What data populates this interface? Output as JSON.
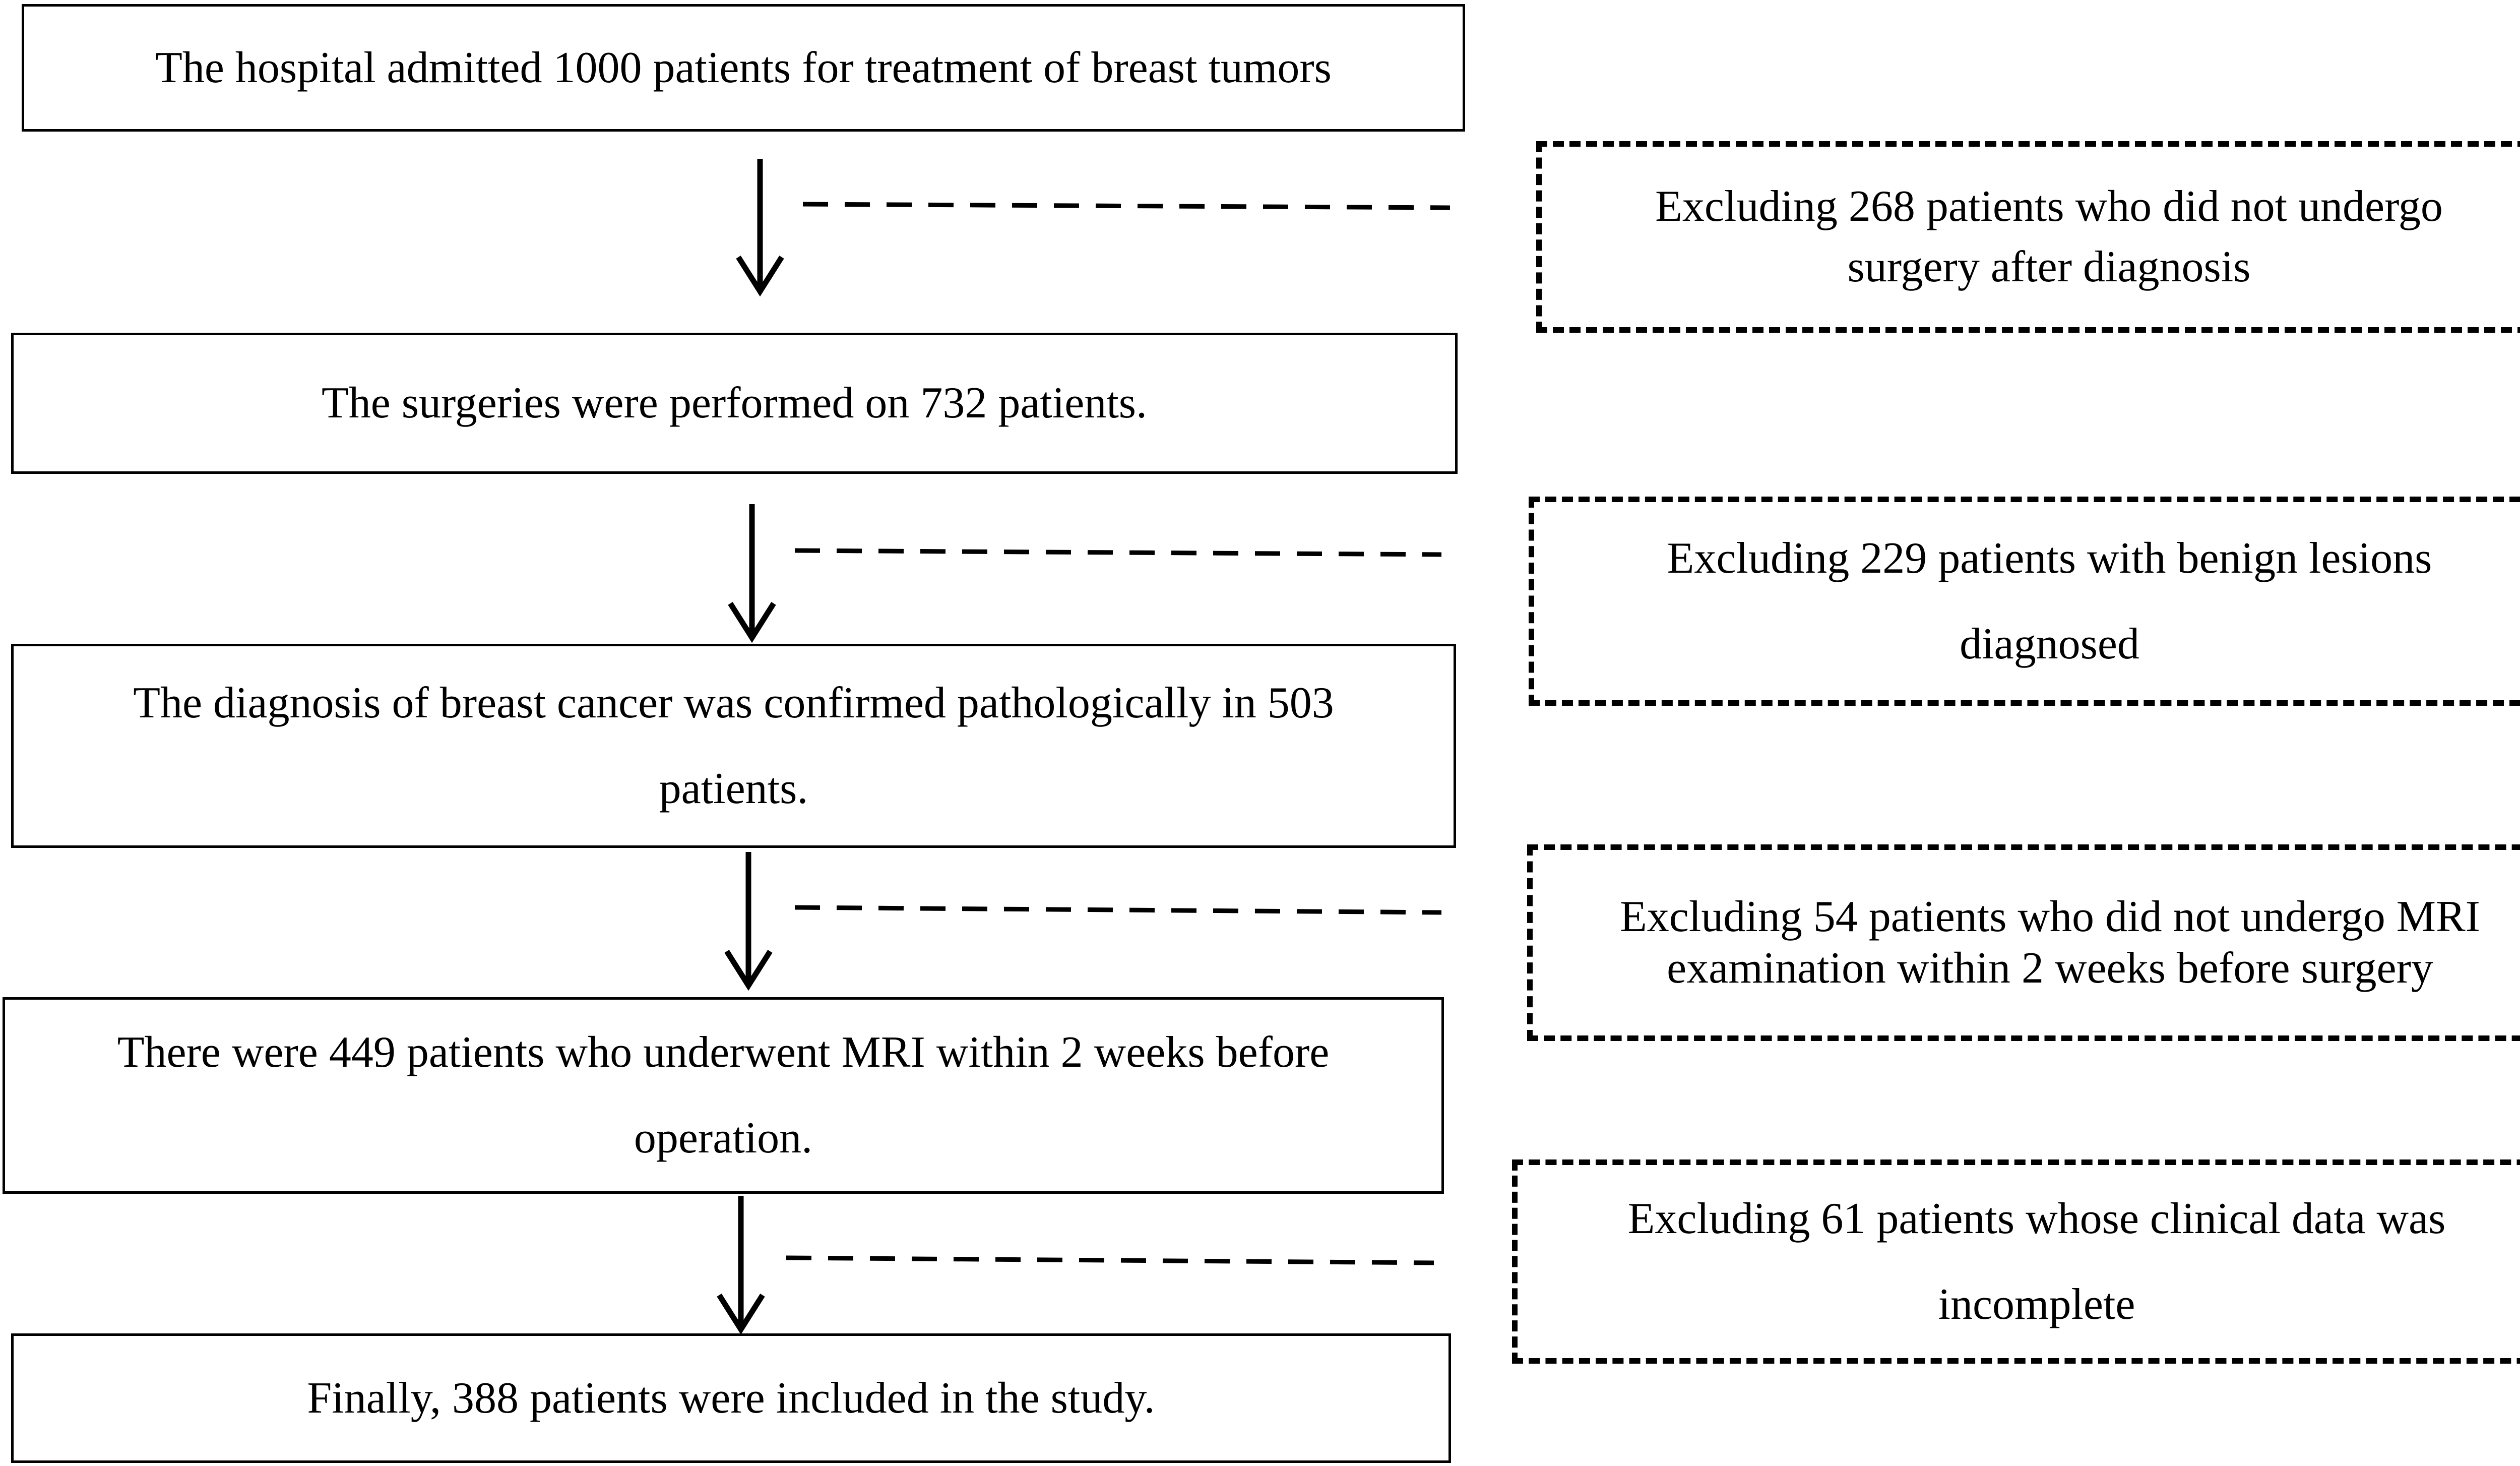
{
  "main_steps": [
    {
      "id": "step1",
      "text": "The hospital admitted 1000 patients for treatment of breast tumors"
    },
    {
      "id": "step2",
      "text": "The surgeries were performed on 732 patients."
    },
    {
      "id": "step3",
      "text": "The diagnosis of breast cancer was confirmed pathologically in 503 patients."
    },
    {
      "id": "step4",
      "text": "There were 449 patients who underwent MRI within 2 weeks before operation."
    },
    {
      "id": "step5",
      "text": "Finally, 388 patients were included in the study."
    }
  ],
  "exclusions": [
    {
      "id": "excl1",
      "text": "Excluding 268 patients who did not undergo surgery after diagnosis"
    },
    {
      "id": "excl2",
      "text": "Excluding 229 patients with benign lesions diagnosed"
    },
    {
      "id": "excl3",
      "text": "Excluding 54 patients who did not undergo MRI examination within 2 weeks before surgery"
    },
    {
      "id": "excl4",
      "text": "Excluding 61 patients whose clinical data was incomplete"
    }
  ]
}
